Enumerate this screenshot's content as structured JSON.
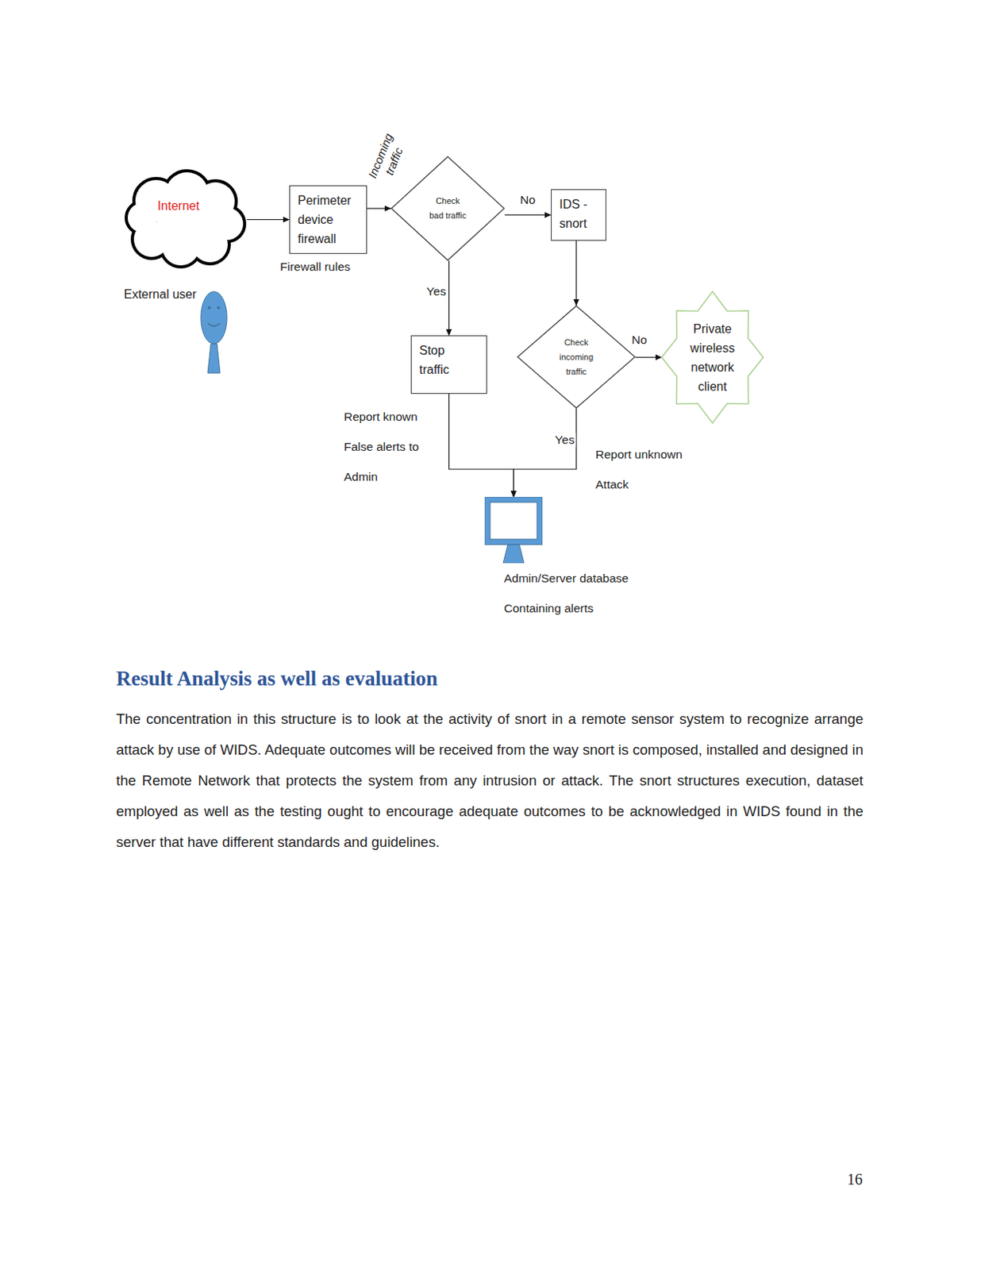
{
  "diagram": {
    "nodes": [
      {
        "text": [
          "Internet"
        ]
      },
      {
        "text": [
          "Perimeter device firewall",
          "Firewall rules"
        ]
      },
      {
        "text": [
          "Check bad traffic"
        ]
      },
      {
        "text": [
          "IDS - snort"
        ]
      },
      {
        "text": [
          "Stop traffic"
        ]
      },
      {
        "text": [
          "Check incoming traffic"
        ]
      },
      {
        "text": [
          "Private wireless network client"
        ]
      },
      {
        "text": [
          "Admin/Server database Containing alerts"
        ]
      }
    ],
    "edges": [
      {
        "from": 0,
        "to": 1,
        "arrow": "to"
      },
      {
        "from": 1,
        "to": 2,
        "label": "Incoming traffic",
        "arrow": "to"
      },
      {
        "from": 2,
        "to": 3,
        "label": "No",
        "arrow": "to"
      },
      {
        "from": 2,
        "to": 4,
        "label": "Yes",
        "arrow": "to"
      },
      {
        "from": 3,
        "to": 5,
        "arrow": "to"
      },
      {
        "from": 5,
        "to": 6,
        "label": "No",
        "arrow": "to"
      },
      {
        "from": 4,
        "to": 7,
        "arrow": "to"
      },
      {
        "from": 5,
        "to": 7,
        "label": "Yes",
        "arrow": "to"
      }
    ],
    "labels": [
      "External user",
      "Report known False alerts to Admin",
      "Report unknown Attack",
      "Result Analysis as well as evaluation",
      "The concentration in this structure is to look at the activity of snort in a remote sensor system to recognize arrange attack by use of WIDS. Adequate outcomes will be received from the way snort is composed, installed and designed in the Remote Network that protects the system from any intrusion or attack. The snort structures execution, dataset employed as well as the testing ought to encourage adequate outcomes to be acknowledged in WIDS found in the server that have different standards and guidelines.",
      "16"
    ]
  }
}
